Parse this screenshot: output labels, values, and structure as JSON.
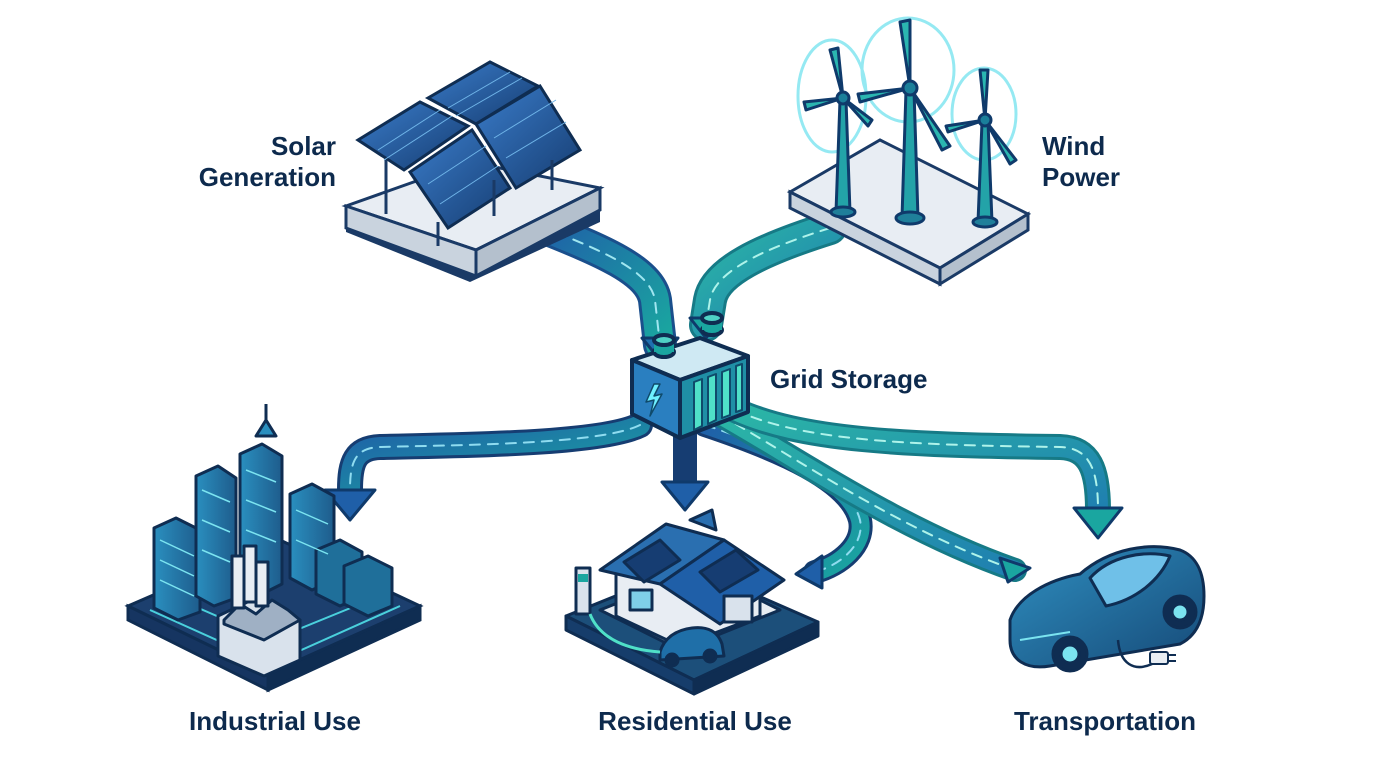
{
  "nodes": {
    "solar": {
      "line1": "Solar",
      "line2": "Generation"
    },
    "wind": {
      "line1": "Wind",
      "line2": "Power"
    },
    "storage": {
      "label": "Grid Storage"
    },
    "industrial": {
      "label": "Industrial Use"
    },
    "residential": {
      "label": "Residential Use"
    },
    "transportation": {
      "label": "Transportation"
    }
  },
  "colors": {
    "navy": "#0d2a4d",
    "blue": "#1f5fa8",
    "teal": "#1aa6a0",
    "cyan": "#3fe0e8",
    "plate": "#e8edf3"
  },
  "icons": [
    "solar-panel-icon",
    "wind-turbine-icon",
    "battery-icon",
    "city-factory-icon",
    "house-icon",
    "electric-car-icon"
  ]
}
